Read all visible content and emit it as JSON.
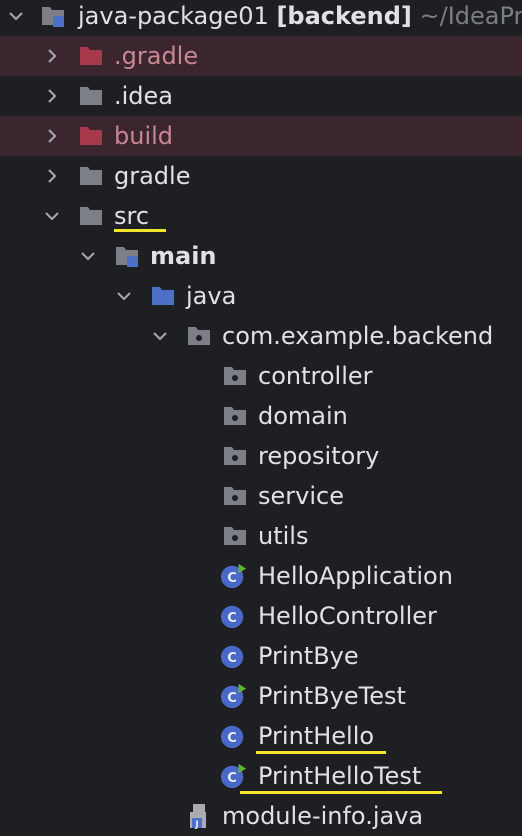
{
  "tree": {
    "root": {
      "name": "java-package01",
      "module": "[backend]",
      "path": "~/IdeaPr"
    },
    "items": [
      {
        "label": ".gradle",
        "icon": "folder-excluded-icon"
      },
      {
        "label": ".idea",
        "icon": "folder-icon"
      },
      {
        "label": "build",
        "icon": "folder-excluded-icon"
      },
      {
        "label": "gradle",
        "icon": "folder-icon"
      },
      {
        "label": "src",
        "icon": "folder-icon"
      },
      {
        "label": "main",
        "icon": "module-folder-icon"
      },
      {
        "label": "java",
        "icon": "source-root-folder-icon"
      },
      {
        "label": "com.example.backend",
        "icon": "package-icon"
      },
      {
        "label": "controller",
        "icon": "package-icon"
      },
      {
        "label": "domain",
        "icon": "package-icon"
      },
      {
        "label": "repository",
        "icon": "package-icon"
      },
      {
        "label": "service",
        "icon": "package-icon"
      },
      {
        "label": "utils",
        "icon": "package-icon"
      },
      {
        "label": "HelloApplication",
        "icon": "class-runnable-icon"
      },
      {
        "label": "HelloController",
        "icon": "class-icon"
      },
      {
        "label": "PrintBye",
        "icon": "class-icon"
      },
      {
        "label": "PrintByeTest",
        "icon": "class-runnable-icon"
      },
      {
        "label": "PrintHello",
        "icon": "class-icon"
      },
      {
        "label": "PrintHelloTest",
        "icon": "class-runnable-icon"
      },
      {
        "label": "module-info.java",
        "icon": "java-file-icon"
      }
    ]
  },
  "colors": {
    "background": "#1e1f22",
    "excluded_row": "#3b2630",
    "excluded_text": "#c88793",
    "folder": "#7d7f87",
    "excluded_folder": "#a8384c",
    "source_root": "#4e6fc6",
    "class_icon": "#4a68c8",
    "run_marker": "#5fb833",
    "highlight_underline": "#f2e52a"
  }
}
